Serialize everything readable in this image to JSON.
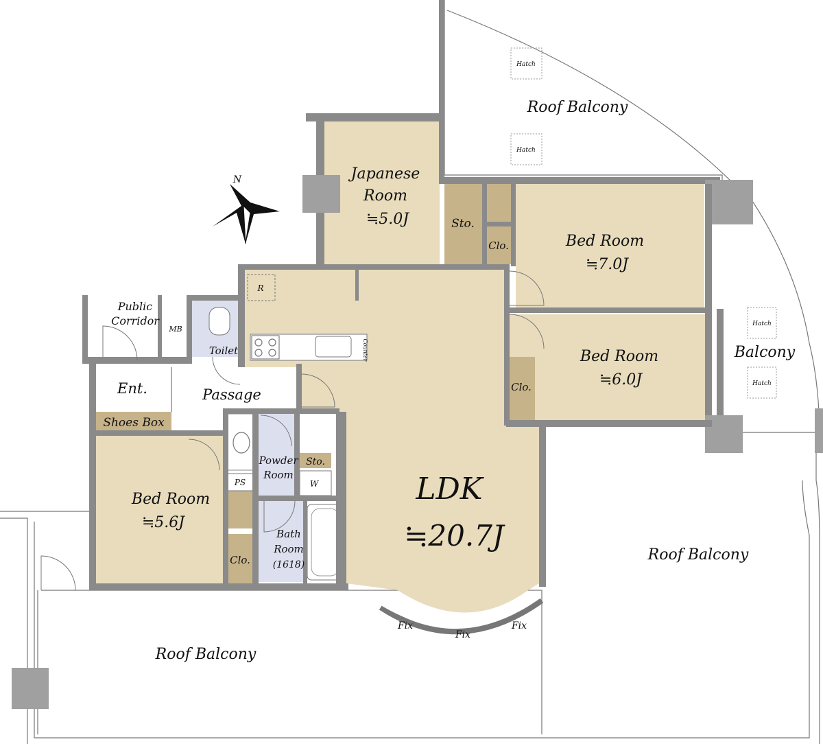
{
  "rooms": {
    "japanese_room": {
      "name_line1": "Japanese",
      "name_line2": "Room",
      "size": "≒5.0J"
    },
    "bed_room_1": {
      "name": "Bed Room",
      "size": "≒7.0J"
    },
    "bed_room_2": {
      "name": "Bed Room",
      "size": "≒6.0J"
    },
    "bed_room_3": {
      "name": "Bed Room",
      "size": "≒5.6J"
    },
    "ldk": {
      "name": "LDK",
      "size": "≒20.7J"
    }
  },
  "labels": {
    "roof_balcony_top": "Roof Balcony",
    "roof_balcony_right": "Roof Balcony",
    "roof_balcony_bottom": "Roof Balcony",
    "balcony": "Balcony",
    "public_corridor_line1": "Public",
    "public_corridor_line2": "Corridor",
    "mb": "MB",
    "toilet": "Toilet",
    "entrance": "Ent.",
    "passage": "Passage",
    "shoes_box": "Shoes Box",
    "powder_line1": "Powder",
    "powder_line2": "Room",
    "bath_line1": "Bath",
    "bath_line2": "Room",
    "bath_line3": "(1618)",
    "ps": "PS",
    "washer": "W",
    "refrigerator": "R",
    "counter": "Counter",
    "sto_japanese": "Sto.",
    "sto_powder": "Sto.",
    "clo_bed1": "Clo.",
    "clo_bed2": "Clo.",
    "clo_bed3": "Clo.",
    "hatch": "Hatch",
    "fix": "Fix",
    "north": "N"
  }
}
